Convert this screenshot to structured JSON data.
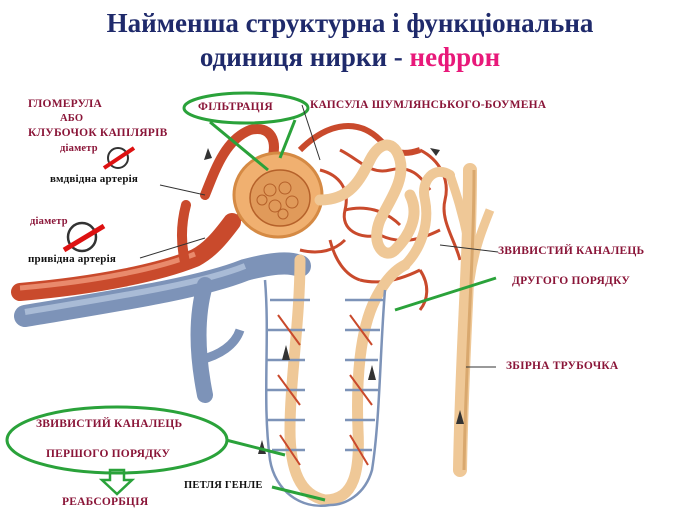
{
  "title": {
    "line1": "Найменша структурна і функціональна",
    "line2_prefix": "одиниця нирки - ",
    "line2_accent": "нефрон",
    "accent_color": "#e8197a",
    "color": "#1f2a6b"
  },
  "labels": {
    "glomerula": "ГЛОМЕРУЛА",
    "abo": "АБО",
    "kluboсhok": "КЛУБОЧОК КАПІЛЯРІВ",
    "diameter1": "діаметр",
    "afferent": "вмдвідна артерія",
    "diameter2": "діаметр",
    "efferent": "привідна артерія",
    "filtration": "ФІЛЬТРАЦІЯ",
    "capsule": "КАПСУЛА ШУМЛЯНСЬКОГО-БОУМЕНА",
    "tubule2_line1": "ЗВИВИСТИЙ КАНАЛЕЦЬ",
    "tubule2_line2": "ДРУГОГО ПОРЯДКУ",
    "collecting": "ЗБІРНА ТРУБОЧКА",
    "tubule1_line1": "ЗВИВИСТИЙ КАНАЛЕЦЬ",
    "tubule1_line2": "ПЕРШОГО ПОРЯДКУ",
    "reabsorption": "РЕАБСОРБЦІЯ",
    "henle": "ПЕТЛЯ ГЕНЛЕ"
  },
  "colors": {
    "label": "#8a1538",
    "highlight": "#2aa23a",
    "artery": "#c94a2c",
    "vein": "#7d93b8",
    "tubule": "#efc897",
    "capsule": "#f0b070"
  }
}
